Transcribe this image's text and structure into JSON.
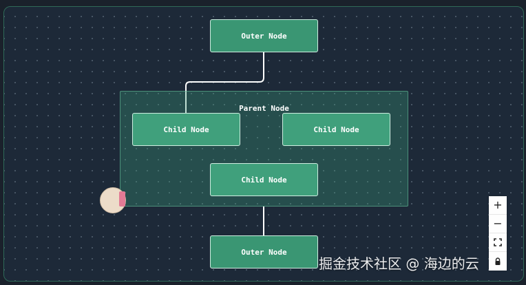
{
  "canvas": {
    "nodes": {
      "outer_top": "Outer Node",
      "outer_bottom": "Outer Node",
      "parent": "Parent Node",
      "child_left": "Child Node",
      "child_right": "Child Node",
      "child_bottom": "Child Node"
    }
  },
  "controls": {
    "zoom_in": "+",
    "zoom_out": "−"
  },
  "watermark": "掘金技术社区 @ 海边的云",
  "colors": {
    "background": "#1d2938",
    "node_fill": "#3d9b78",
    "group_fill": "rgba(60,160,120,0.32)",
    "edge": "#ffffff"
  },
  "icons": [
    "plus-icon",
    "minus-icon",
    "fit-view-icon",
    "lock-icon"
  ]
}
